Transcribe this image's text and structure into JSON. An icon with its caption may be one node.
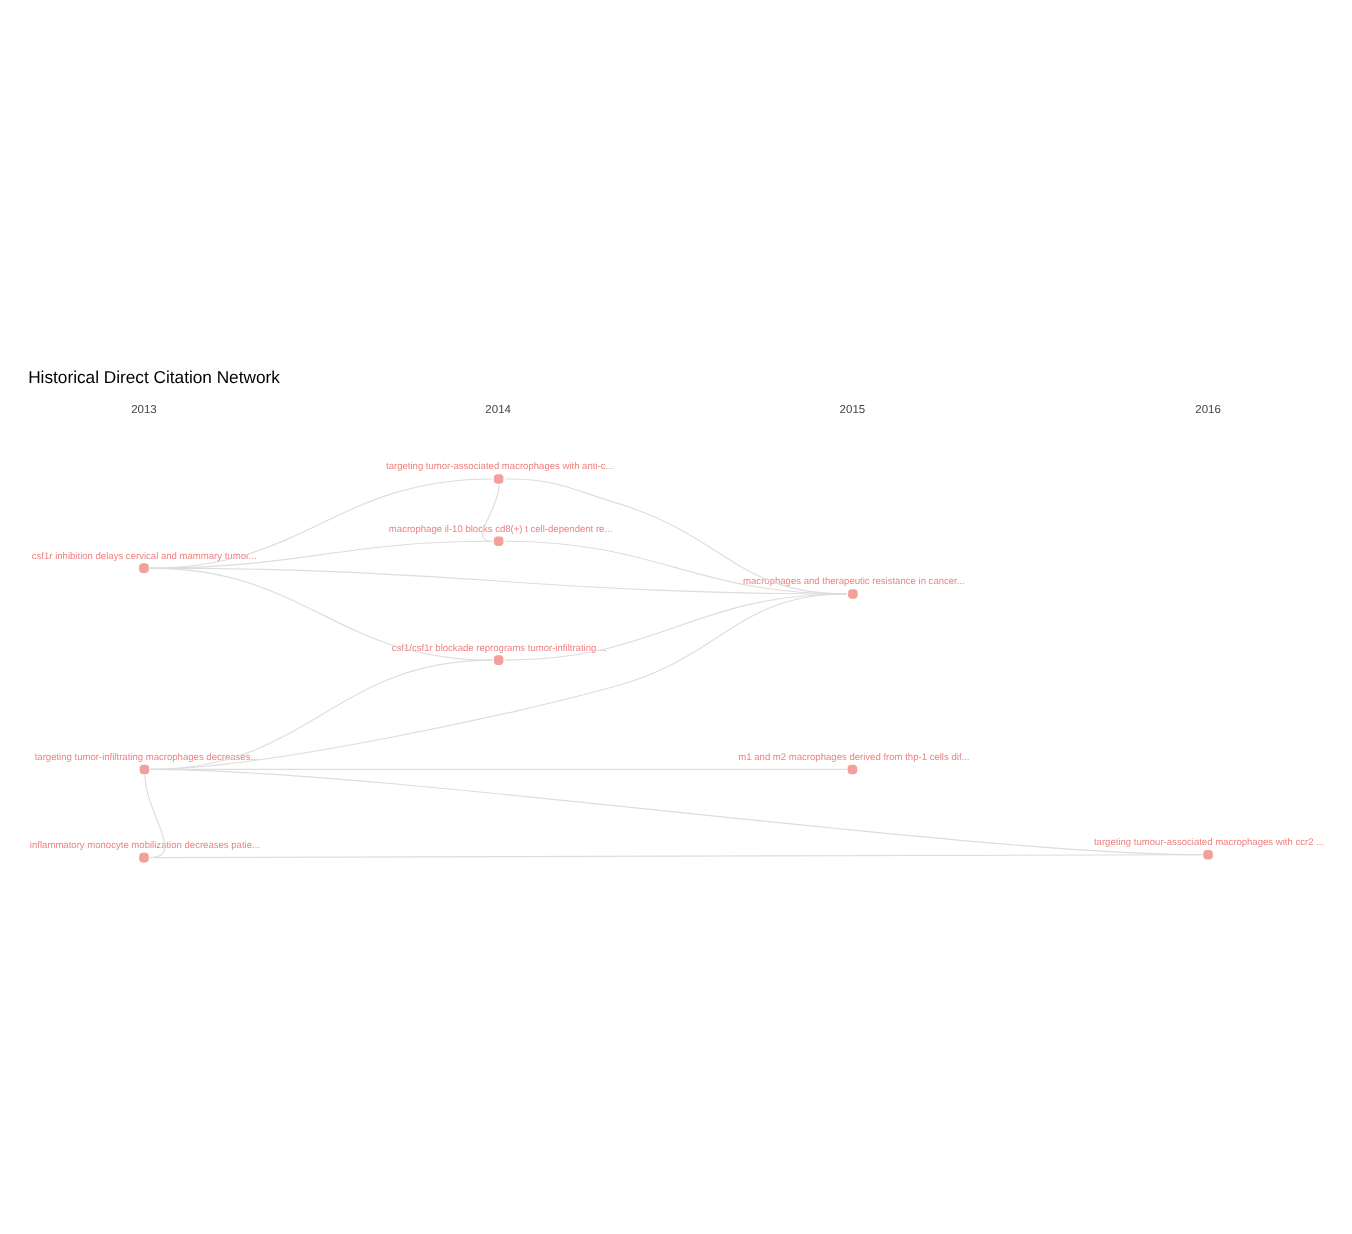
{
  "diagram": {
    "title": "Historical Direct Citation Network",
    "nodes": [
      {
        "text": [
          "csf1r inhibition delays cervical and mammary tumor..."
        ]
      },
      {
        "text": [
          "csf1/csf1r blockade reprograms tumor-infiltrating ..."
        ]
      },
      {
        "text": [
          "targeting tumor-associated macrophages with anti-c..."
        ]
      },
      {
        "text": [
          "m1 and m2 macrophages derived from thp-1 cells dif..."
        ]
      },
      {
        "text": [
          "macrophages and therapeutic resistance in cancer..."
        ]
      },
      {
        "text": [
          "targeting tumor-infiltrating macrophages decreases..."
        ]
      },
      {
        "text": [
          "macrophage il-10 blocks cd8(+) t cell-dependent re..."
        ]
      },
      {
        "text": [
          "targeting tumour-associated macrophages with ccr2 ..."
        ]
      },
      {
        "text": [
          "inflammatory monocyte mobilization decreases patie..."
        ]
      }
    ],
    "edges": [
      {
        "from": 0,
        "to": 1,
        "arrow": "none"
      },
      {
        "from": 0,
        "to": 2,
        "arrow": "none"
      },
      {
        "from": 0,
        "to": 4,
        "arrow": "none"
      },
      {
        "from": 0,
        "to": 6,
        "arrow": "none"
      },
      {
        "from": 1,
        "to": 4,
        "arrow": "none"
      },
      {
        "from": 2,
        "to": 4,
        "arrow": "none"
      },
      {
        "from": 5,
        "to": 1,
        "arrow": "none"
      },
      {
        "from": 5,
        "to": 3,
        "arrow": "none"
      },
      {
        "from": 2,
        "to": 6,
        "arrow": "none"
      },
      {
        "from": 5,
        "to": 4,
        "arrow": "none"
      },
      {
        "from": 6,
        "to": 4,
        "arrow": "none"
      },
      {
        "from": 5,
        "to": 7,
        "arrow": "none"
      },
      {
        "from": 8,
        "to": 7,
        "arrow": "none"
      },
      {
        "from": 5,
        "to": 8,
        "arrow": "none"
      }
    ],
    "labels": [
      "2013",
      "2014",
      "2015",
      "2016"
    ]
  }
}
